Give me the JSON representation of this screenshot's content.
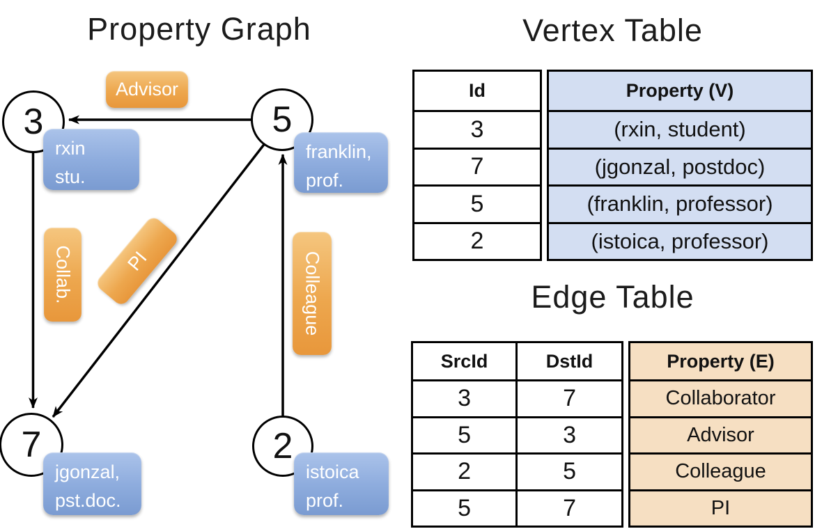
{
  "graph": {
    "title": "Property Graph",
    "nodes": {
      "n3": {
        "id": "3",
        "prop_line1": "rxin",
        "prop_line2": "stu."
      },
      "n5": {
        "id": "5",
        "prop_line1": "franklin,",
        "prop_line2": "prof."
      },
      "n7": {
        "id": "7",
        "prop_line1": "jgonzal,",
        "prop_line2": "pst.doc."
      },
      "n2": {
        "id": "2",
        "prop_line1": "istoica",
        "prop_line2": "prof."
      }
    },
    "edge_labels": {
      "advisor": "Advisor",
      "collab": "Collab.",
      "pi": "PI",
      "colleague": "Colleague"
    },
    "edges": [
      {
        "from": "5",
        "to": "3",
        "label": "Advisor"
      },
      {
        "from": "3",
        "to": "7",
        "label": "Collab."
      },
      {
        "from": "5",
        "to": "7",
        "label": "PI"
      },
      {
        "from": "2",
        "to": "5",
        "label": "Colleague"
      }
    ]
  },
  "vertex_table": {
    "title": "Vertex Table",
    "headers": {
      "id": "Id",
      "property": "Property (V)"
    },
    "rows": [
      {
        "id": "3",
        "property": "(rxin, student)"
      },
      {
        "id": "7",
        "property": "(jgonzal, postdoc)"
      },
      {
        "id": "5",
        "property": "(franklin, professor)"
      },
      {
        "id": "2",
        "property": "(istoica, professor)"
      }
    ]
  },
  "edge_table": {
    "title": "Edge Table",
    "headers": {
      "src": "SrcId",
      "dst": "DstId",
      "property": "Property (E)"
    },
    "rows": [
      {
        "src": "3",
        "dst": "7",
        "property": "Collaborator"
      },
      {
        "src": "5",
        "dst": "3",
        "property": "Advisor"
      },
      {
        "src": "2",
        "dst": "5",
        "property": "Colleague"
      },
      {
        "src": "5",
        "dst": "7",
        "property": "PI"
      }
    ]
  },
  "colors": {
    "edge_label_top": "#f5c67f",
    "edge_label_bottom": "#e8973b",
    "vertex_box_top": "#abc3ea",
    "vertex_box_bottom": "#7a9bd1",
    "vertex_table_fill": "#d3def2",
    "edge_table_fill": "#f6dfc2",
    "line_color": "#000000",
    "text_on_boxes": "#ffffff"
  }
}
